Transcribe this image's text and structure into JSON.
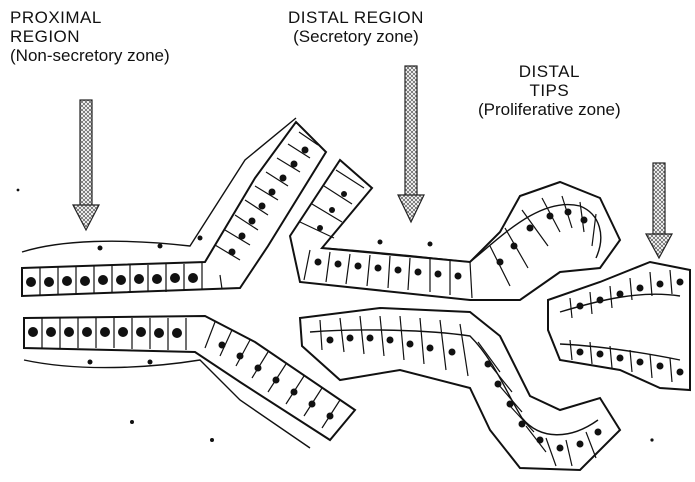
{
  "labels": {
    "proximal": {
      "name_line1": "PROXIMAL",
      "name_line2": "REGION",
      "zone": "(Non-secretory zone)"
    },
    "distal": {
      "name": "DISTAL REGION",
      "zone": "(Secretory zone)"
    },
    "tips": {
      "name_line1": "DISTAL",
      "name_line2": "TIPS",
      "zone": "(Proliferative zone)"
    }
  },
  "colors": {
    "ink": "#111111",
    "paper": "#ffffff",
    "arrow_fill": "#8a8a8a"
  }
}
